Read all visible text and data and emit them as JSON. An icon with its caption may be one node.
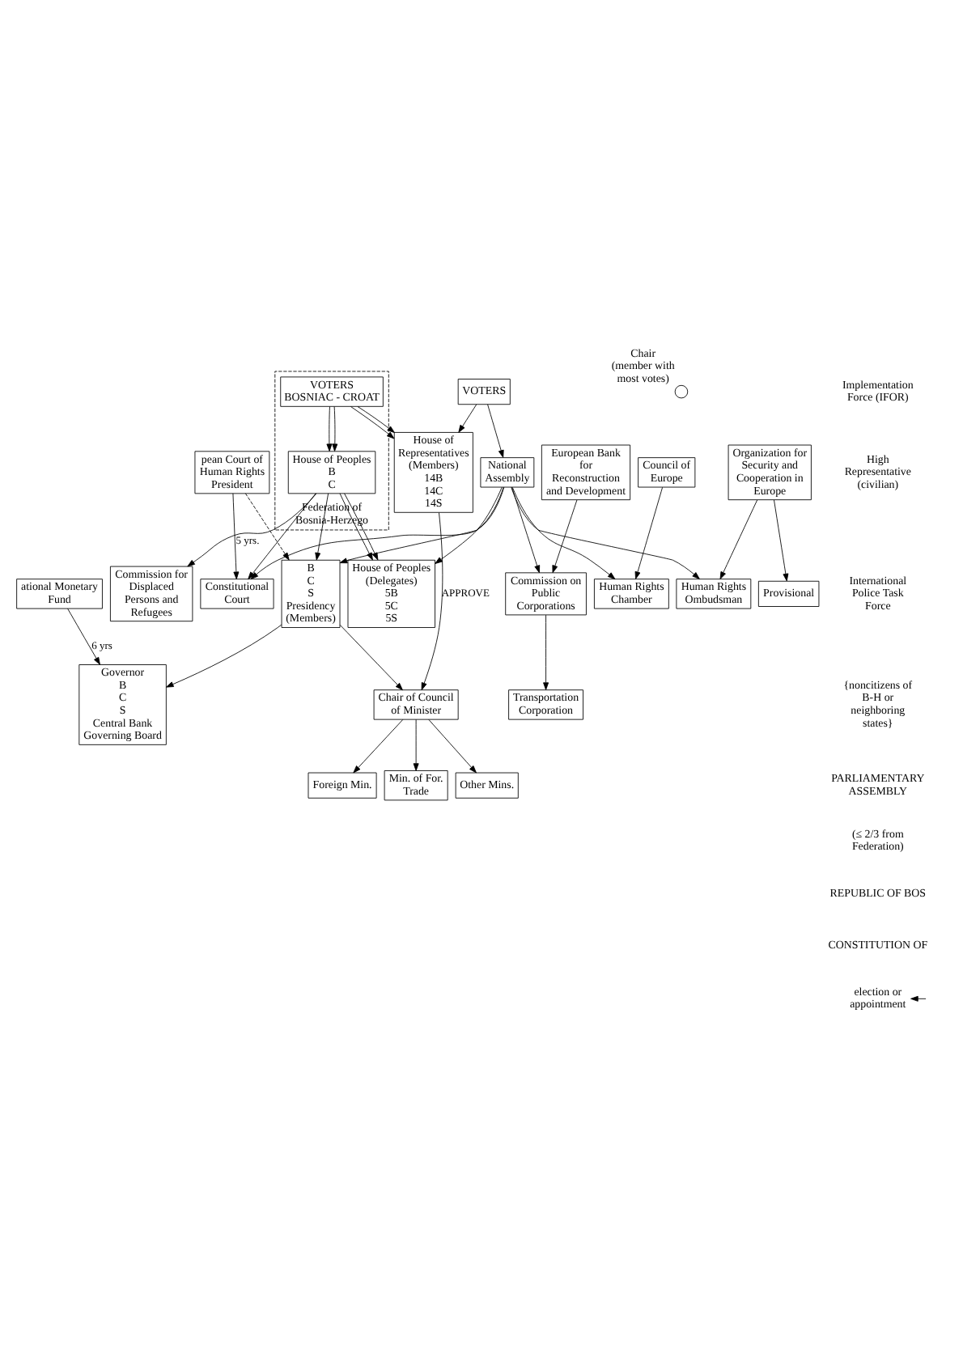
{
  "diagram": {
    "nodes": [
      {
        "text": [
          "ational Monetary Fund"
        ]
      },
      {
        "text": [
          "pean Court of Human Rights President"
        ]
      },
      {
        "text": [
          "Constitutional Court"
        ]
      },
      {
        "text": [
          "Governor",
          "B",
          "C",
          "S",
          "Central Bank Governing Board"
        ]
      },
      {
        "text": [],
        "shape": "circle",
        "beside": [
          "Chair",
          "(member with most votes)"
        ]
      },
      {
        "text": [
          "B",
          "C",
          "S",
          "Presidency (Members)"
        ]
      },
      {
        "text": [
          "Chair of Council of Minister"
        ]
      },
      {
        "text": [
          "House of Peoples (Delegates)",
          "5B",
          "5C",
          "5S"
        ]
      },
      {
        "text": [
          "House of Representatives (Members)",
          "14B",
          "14C",
          "14S"
        ]
      },
      {
        "text": [
          "Foreign Min."
        ]
      },
      {
        "text": [
          "Min. of For. Trade"
        ]
      },
      {
        "text": [
          "Other Mins."
        ]
      },
      {
        "text": [
          "Commission on Public Corporations"
        ]
      },
      {
        "text": [
          "European Bank for Reconstruction and Development"
        ]
      },
      {
        "text": [
          "Commission for Displaced Persons and Refugees"
        ]
      },
      {
        "text": [
          "Transportation Corporation"
        ]
      },
      {
        "text": [
          "Council of Europe"
        ]
      },
      {
        "text": [
          "Human Rights Chamber"
        ]
      },
      {
        "text": [
          "Federation of Bosnia-Herzego"
        ]
      },
      {
        "text": [
          "House of Peoples",
          "B",
          "C"
        ],
        "in": 18
      },
      {
        "text": [
          "National Assembly"
        ]
      },
      {
        "text": [
          "Human Rights Ombudsman"
        ]
      },
      {
        "text": [
          "VOTERS",
          "BOSNIAC - CROAT"
        ],
        "in": 18
      },
      {
        "text": [
          "VOTERS"
        ]
      },
      {
        "text": [
          "Organization for Security and Cooperation in Europe"
        ]
      },
      {
        "text": [
          "Provisional"
        ]
      }
    ],
    "edges": [
      {
        "from": 0,
        "to": 3,
        "arrow": "to",
        "label": "6 yrs"
      },
      {
        "from": 1,
        "to": 2,
        "arrow": "to",
        "label": "5 yrs."
      },
      {
        "from": 1,
        "to": 5,
        "arrow": "to",
        "style": "dashed"
      },
      {
        "from": 5,
        "to": 3,
        "arrow": "to"
      },
      {
        "from": 5,
        "to": 6,
        "arrow": "to"
      },
      {
        "from": 6,
        "to": 9,
        "arrow": "to"
      },
      {
        "from": 6,
        "to": 10,
        "arrow": "to"
      },
      {
        "from": 6,
        "to": 11,
        "arrow": "to"
      },
      {
        "from": 8,
        "to": 6,
        "arrow": "to",
        "label": "APPROVE"
      },
      {
        "from": 13,
        "to": 12,
        "arrow": "to"
      },
      {
        "from": 12,
        "to": 15,
        "arrow": "to"
      },
      {
        "from": 16,
        "to": 17,
        "arrow": "to"
      },
      {
        "from": 24,
        "to": 21,
        "arrow": "to"
      },
      {
        "from": 24,
        "to": 25,
        "arrow": "to"
      },
      {
        "from": 22,
        "to": 19,
        "arrow": "to"
      },
      {
        "from": 22,
        "to": 19,
        "arrow": "to"
      },
      {
        "from": 22,
        "to": 8,
        "arrow": "to"
      },
      {
        "from": 22,
        "to": 8,
        "arrow": "to"
      },
      {
        "from": 23,
        "to": 8,
        "arrow": "to"
      },
      {
        "from": 23,
        "to": 20,
        "arrow": "to"
      },
      {
        "from": 19,
        "to": 7,
        "arrow": "to"
      },
      {
        "from": 19,
        "to": 7,
        "arrow": "to"
      },
      {
        "from": 20,
        "to": 7,
        "arrow": "to"
      },
      {
        "from": 19,
        "to": 5,
        "arrow": "to"
      },
      {
        "from": 20,
        "to": 5,
        "arrow": "to"
      },
      {
        "from": 19,
        "to": 2,
        "arrow": "to"
      },
      {
        "from": 20,
        "to": 2,
        "arrow": "to"
      },
      {
        "from": 19,
        "to": 14,
        "arrow": "to"
      },
      {
        "from": 20,
        "to": 12,
        "arrow": "to"
      },
      {
        "from": 20,
        "to": 17,
        "arrow": "to"
      },
      {
        "from": 20,
        "to": 21,
        "arrow": "to"
      }
    ],
    "labels": [
      "Implementation Force (IFOR)",
      "High Representative (civilian)",
      "International Police Task Force",
      "{noncitizens of B-H or neighboring states}",
      "PARLIAMENTARY ASSEMBLY",
      "(≤ 2/3 from Federation)",
      "REPUBLIC OF BOS",
      "CONSTITUTION OF"
    ],
    "legend": [
      {
        "text": "election or appointment"
      }
    ]
  }
}
